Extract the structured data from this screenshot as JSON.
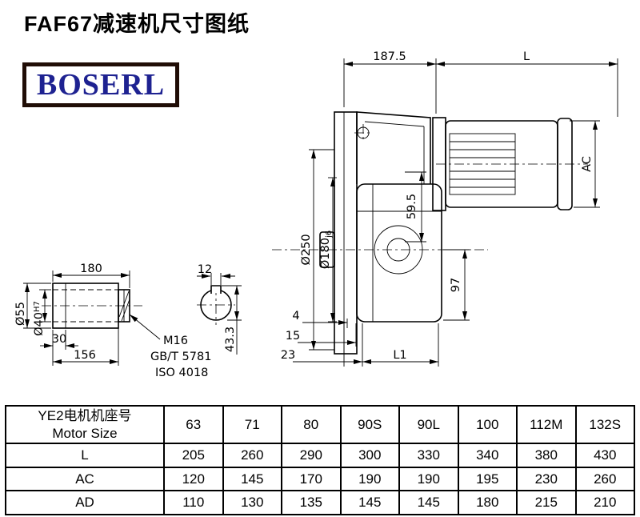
{
  "page": {
    "title": "FAF67减速机尺寸图纸",
    "logo": "BOSERL"
  },
  "colors": {
    "logo_text": "#1e2291",
    "logo_border": "#200d06",
    "line": "#000000"
  },
  "drawing": {
    "top": {
      "width_187": "187.5",
      "motor_length": "L"
    },
    "right": {
      "motor_height": "AC"
    },
    "left": {
      "flange_dia": "Ø250",
      "spigot_dia": "Ø180",
      "spigot_tol": "j6"
    },
    "inner": {
      "center_59": "59.5",
      "center_97": "97"
    },
    "bottom": {
      "off4": "4",
      "off15": "15",
      "off23": "23",
      "l1": "L1"
    },
    "shaft": {
      "len180": "180",
      "key_w": "12",
      "dia55": "Ø55",
      "dia40": "Ø40",
      "dia40_tol": "H7",
      "len30": "30",
      "len156": "156",
      "bolt": "M16",
      "std1": "GB/T 5781",
      "std2": "ISO 4018",
      "key_h": "43.3"
    }
  },
  "table": {
    "header": {
      "label_line1": "YE2电机机座号",
      "label_line2": "Motor Size",
      "sizes": [
        "63",
        "71",
        "80",
        "90S",
        "90L",
        "100",
        "112M",
        "132S"
      ]
    },
    "rows": [
      {
        "label": "L",
        "values": [
          "205",
          "260",
          "290",
          "300",
          "330",
          "340",
          "380",
          "430"
        ]
      },
      {
        "label": "AC",
        "values": [
          "120",
          "145",
          "170",
          "190",
          "190",
          "195",
          "230",
          "260"
        ]
      },
      {
        "label": "AD",
        "values": [
          "110",
          "130",
          "135",
          "145",
          "145",
          "180",
          "215",
          "210"
        ]
      }
    ]
  }
}
